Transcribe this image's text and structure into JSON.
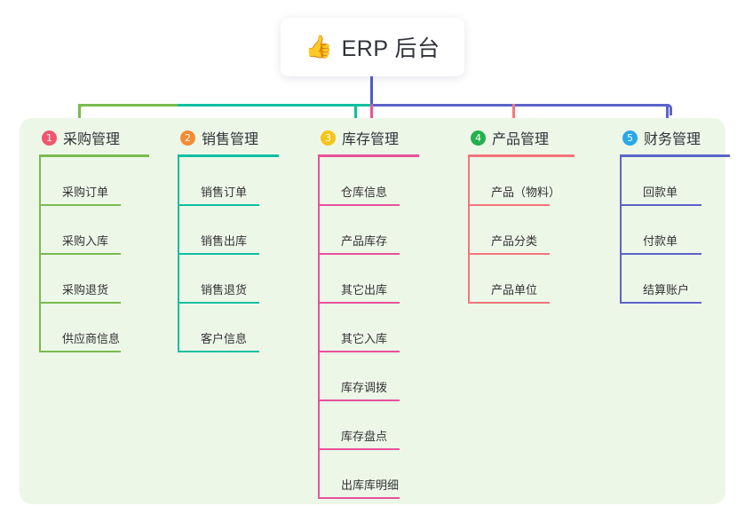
{
  "title": {
    "icon": "thumbs-up-emoji",
    "emoji": "👍",
    "text": "ERP 后台"
  },
  "colors": {
    "panel_bg": "#edf7e8",
    "trunk": "#4a5bc4",
    "col1": "#79bb4f",
    "col2": "#0fbfa1",
    "col3": "#e8519b",
    "col4": "#f4757a",
    "col5": "#5b63c9",
    "badge1": "#f2556b",
    "badge2": "#f58b32",
    "badge3": "#f5c518",
    "badge4": "#22b14c",
    "badge5": "#2aa7e8"
  },
  "columns": [
    {
      "number": "1",
      "label": "采购管理",
      "badge_color": "#f2556b",
      "line_color": "#79bb4f",
      "items": [
        "采购订单",
        "采购入库",
        "采购退货",
        "供应商信息"
      ]
    },
    {
      "number": "2",
      "label": "销售管理",
      "badge_color": "#f58b32",
      "line_color": "#0fbfa1",
      "items": [
        "销售订单",
        "销售出库",
        "销售退货",
        "客户信息"
      ]
    },
    {
      "number": "3",
      "label": "库存管理",
      "badge_color": "#f5c518",
      "line_color": "#e8519b",
      "items": [
        "仓库信息",
        "产品库存",
        "其它出库",
        "其它入库",
        "库存调拨",
        "库存盘点",
        "出库库明细"
      ]
    },
    {
      "number": "4",
      "label": "产品管理",
      "badge_color": "#22b14c",
      "line_color": "#f4757a",
      "items": [
        "产品（物料）",
        "产品分类",
        "产品单位"
      ]
    },
    {
      "number": "5",
      "label": "财务管理",
      "badge_color": "#2aa7e8",
      "line_color": "#5b63c9",
      "items": [
        "回款单",
        "付款单",
        "结算账户"
      ]
    }
  ]
}
